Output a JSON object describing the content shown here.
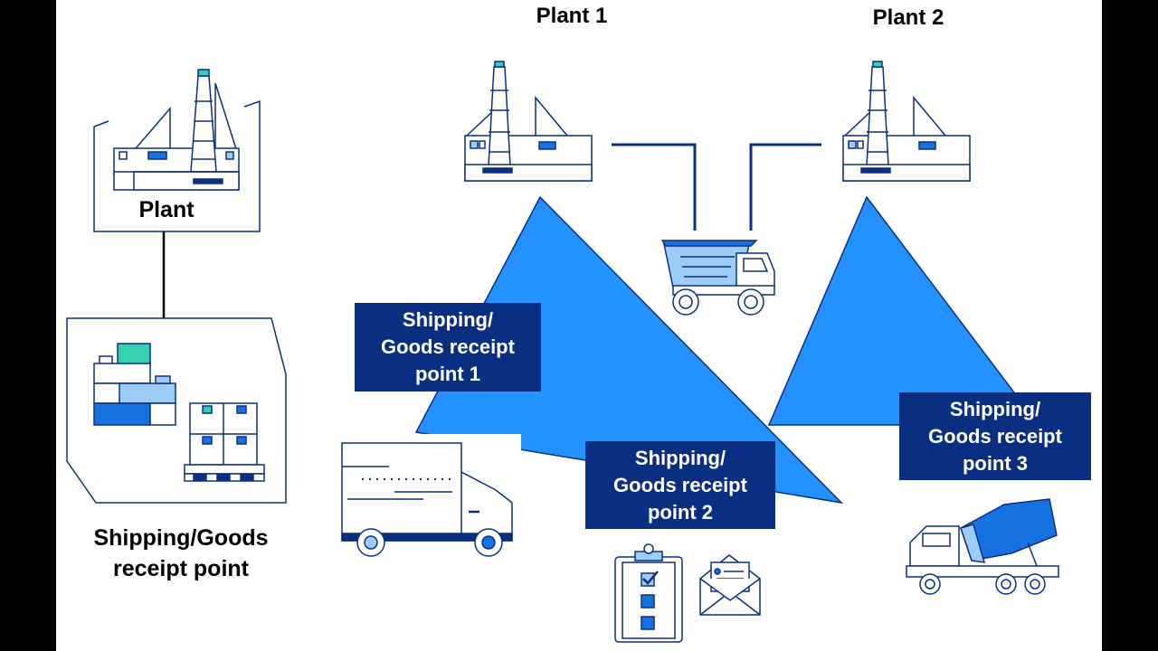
{
  "left": {
    "plant_label": "Plant",
    "point_label_line1": "Shipping/Goods",
    "point_label_line2": "receipt point"
  },
  "plants": [
    {
      "title": "Plant 1"
    },
    {
      "title": "Plant 2"
    }
  ],
  "points": [
    {
      "line1": "Shipping/",
      "line2": "Goods receipt",
      "line3": "point 1"
    },
    {
      "line1": "Shipping/",
      "line2": "Goods receipt",
      "line3": "point 2"
    },
    {
      "line1": "Shipping/",
      "line2": "Goods receipt",
      "line3": "point 3"
    }
  ],
  "colors": {
    "navy": "#0b2f80",
    "triangle": "#2391ff",
    "accent_blue": "#1672e0",
    "light_blue": "#9ccdf6",
    "teal": "#34d0b2"
  }
}
